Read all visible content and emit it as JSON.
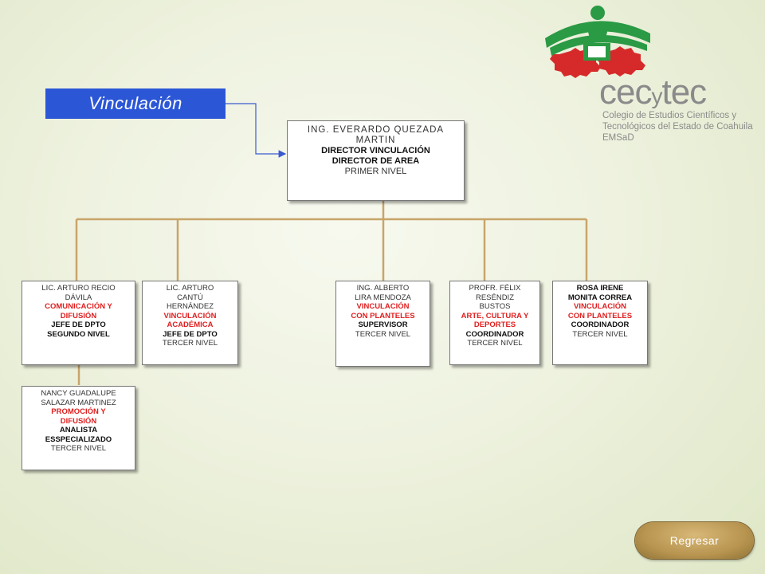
{
  "header": {
    "section_title": "Vinculación"
  },
  "logo": {
    "brand_left": "cec",
    "brand_y": "y",
    "brand_right": "tec",
    "subtitle_lines": [
      "Colegio de Estudios Científicos y",
      "Tecnológicos del Estado de Coahuila",
      "EMSaD"
    ],
    "colors": {
      "green": "#2a9a45",
      "red": "#d62a2a",
      "gray": "#8a8a8a"
    }
  },
  "director": {
    "name_line1": "ING. EVERARDO QUEZADA",
    "name_line2": "MARTIN",
    "role": "DIRECTOR VINCULACIÓN",
    "level": "DIRECTOR DE AREA",
    "tier": "PRIMER NIVEL"
  },
  "staff": [
    {
      "name_lines": [
        "LIC. ARTURO RECIO",
        "DÁVILA"
      ],
      "area_lines": [
        "COMUNICACIÓN Y",
        "DIFUSIÓN"
      ],
      "position": "JEFE DE DPTO",
      "tier": "SEGUNDO NIVEL"
    },
    {
      "name_lines": [
        "LIC. ARTURO",
        "CANTÚ",
        "HERNÁNDEZ"
      ],
      "area_lines": [
        "VINCULACIÓN",
        "ACADÉMICA"
      ],
      "position": "JEFE DE DPTO",
      "tier": "TERCER NIVEL"
    },
    {
      "name_lines": [
        "ING. ALBERTO",
        "LIRA MENDOZA"
      ],
      "area_lines": [
        "VINCULACIÓN",
        "CON PLANTELES"
      ],
      "position": "SUPERVISOR",
      "tier": "TERCER NIVEL"
    },
    {
      "name_lines": [
        "PROFR. FÉLIX",
        "RESÉNDIZ",
        "BUSTOS"
      ],
      "area_lines": [
        "ARTE, CULTURA Y",
        "DEPORTES"
      ],
      "position": "COORDINADOR",
      "tier": "TERCER NIVEL"
    },
    {
      "name_lines": [
        "ROSA IRENE",
        "MONITA CORREA"
      ],
      "area_lines": [
        "VINCULACIÓN",
        "CON PLANTELES"
      ],
      "position": "COORDINADOR",
      "tier": "TERCER NIVEL"
    },
    {
      "name_lines": [
        "NANCY GUADALUPE",
        "SALAZAR MARTINEZ"
      ],
      "area_lines": [
        "PROMOCIÓN Y",
        "DIFUSIÓN"
      ],
      "position_lines": [
        "ANALISTA",
        "ESSPECIALIZADO"
      ],
      "tier": "TERCER NIVEL"
    }
  ],
  "navigation": {
    "back_label": "Regresar"
  },
  "colors": {
    "badge": "#2b56d6",
    "connector": "#c8a46a",
    "arrow": "#3b5ad0",
    "highlight_text": "#e02020",
    "button": "#b89550"
  }
}
